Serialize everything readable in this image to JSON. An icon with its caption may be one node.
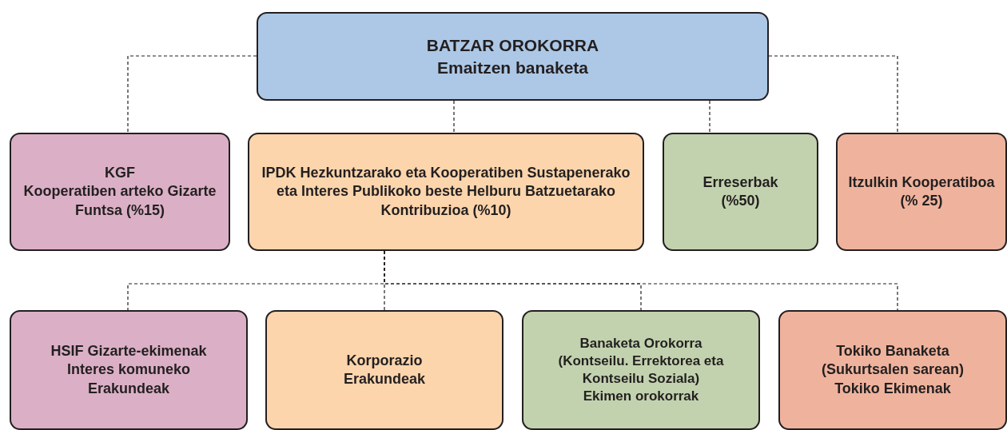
{
  "diagram": {
    "nodes": [
      {
        "text": [
          "BATZAR OROKORRA",
          "Emaitzen banaketa"
        ]
      },
      {
        "text": [
          "KGF",
          "Kooperatiben arteko Gizarte Funtsa (%15)"
        ]
      },
      {
        "text": [
          "IPDK Hezkuntzarako eta Kooperatiben Sustapenerako eta Interes Publikoko beste Helburu Batzuetarako Kontribuzioa (%10)"
        ]
      },
      {
        "text": [
          "Erreserbak",
          "(%50)"
        ]
      },
      {
        "text": [
          "Itzulkin Kooperatiboa",
          "(% 25)"
        ]
      },
      {
        "text": [
          "HSIF Gizarte-ekimenak Interes komuneko Erakundeak"
        ]
      },
      {
        "text": [
          "Korporazio Erakundeak"
        ]
      },
      {
        "text": [
          "Banaketa Orokorra",
          "(Kontseilu. Errektorea eta Kontseilu Soziala)",
          "Ekimen orokorrak"
        ]
      },
      {
        "text": [
          "Tokiko Banaketa",
          "(Sukurtsalen sarean)",
          "Tokiko Ekimenak"
        ]
      }
    ],
    "edges": [
      {
        "from": 0,
        "to": 1,
        "arrow": "none",
        "style": "dashed"
      },
      {
        "from": 0,
        "to": 2,
        "arrow": "none",
        "style": "dashed"
      },
      {
        "from": 0,
        "to": 3,
        "arrow": "none",
        "style": "dashed"
      },
      {
        "from": 0,
        "to": 4,
        "arrow": "none",
        "style": "dashed"
      },
      {
        "from": 2,
        "to": 5,
        "arrow": "none",
        "style": "dashed"
      },
      {
        "from": 2,
        "to": 6,
        "arrow": "none",
        "style": "dashed"
      },
      {
        "from": 2,
        "to": 7,
        "arrow": "none",
        "style": "dashed"
      },
      {
        "from": 2,
        "to": 8,
        "arrow": "none",
        "style": "dashed"
      }
    ]
  }
}
